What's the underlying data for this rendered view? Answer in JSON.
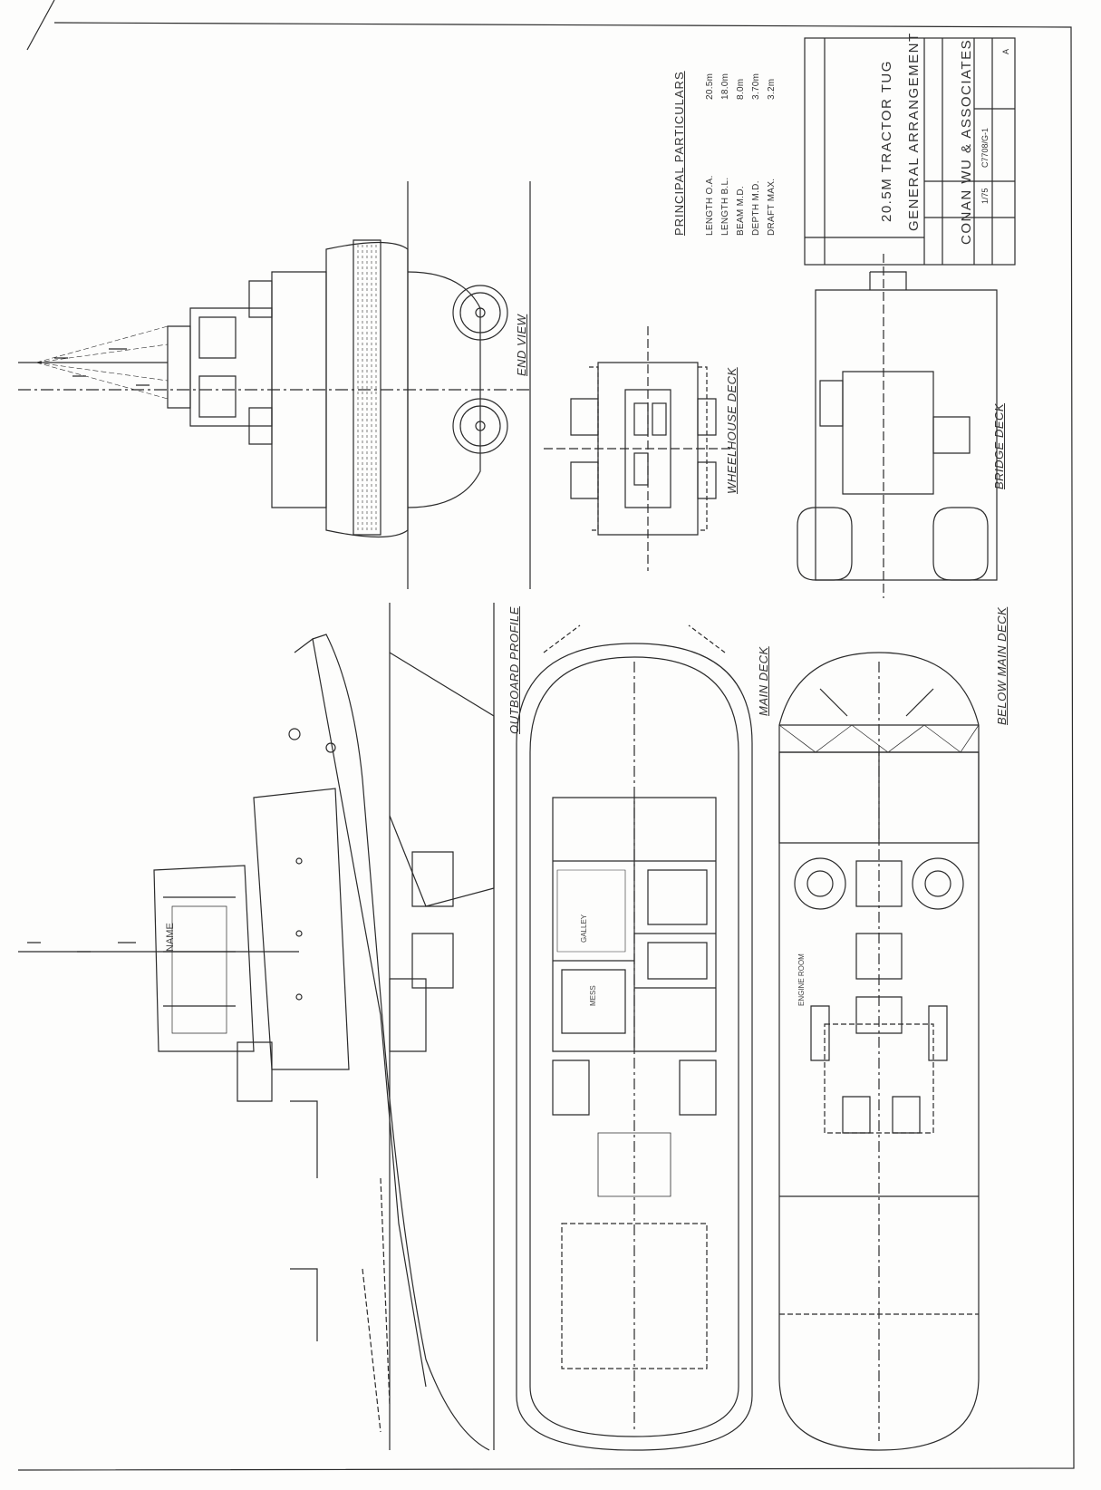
{
  "views": {
    "end_view": "END VIEW",
    "wheelhouse_deck": "WHEELHOUSE DECK",
    "bridge_deck": "BRIDGE DECK",
    "outboard_profile": "OUTBOARD PROFILE",
    "main_deck": "MAIN DECK",
    "below_main_deck": "BELOW MAIN DECK",
    "engine_room": "ENGINE ROOM"
  },
  "principal_particulars": {
    "heading": "PRINCIPAL PARTICULARS",
    "rows": [
      {
        "label": "LENGTH O.A.",
        "value": "20.5m"
      },
      {
        "label": "LENGTH B.L.",
        "value": "18.0m"
      },
      {
        "label": "BEAM M.D.",
        "value": "8.0m"
      },
      {
        "label": "DEPTH M.D.",
        "value": "3.70m"
      },
      {
        "label": "DRAFT MAX.",
        "value": "3.2m"
      }
    ]
  },
  "title_block": {
    "project": "20.5M TRACTOR TUG",
    "drawing": "GENERAL ARRANGEMENT",
    "firm": "CONAN WU & ASSOCIATES",
    "scale": "1/75",
    "drawing_no": "C7708/G-1",
    "rev": "A"
  },
  "labels": {
    "name": "NAME",
    "galley": "GALLEY",
    "mess": "MESS"
  },
  "colors": {
    "ink": "#2b2b2b",
    "paper": "#fdfdfc",
    "faint": "#888888"
  }
}
